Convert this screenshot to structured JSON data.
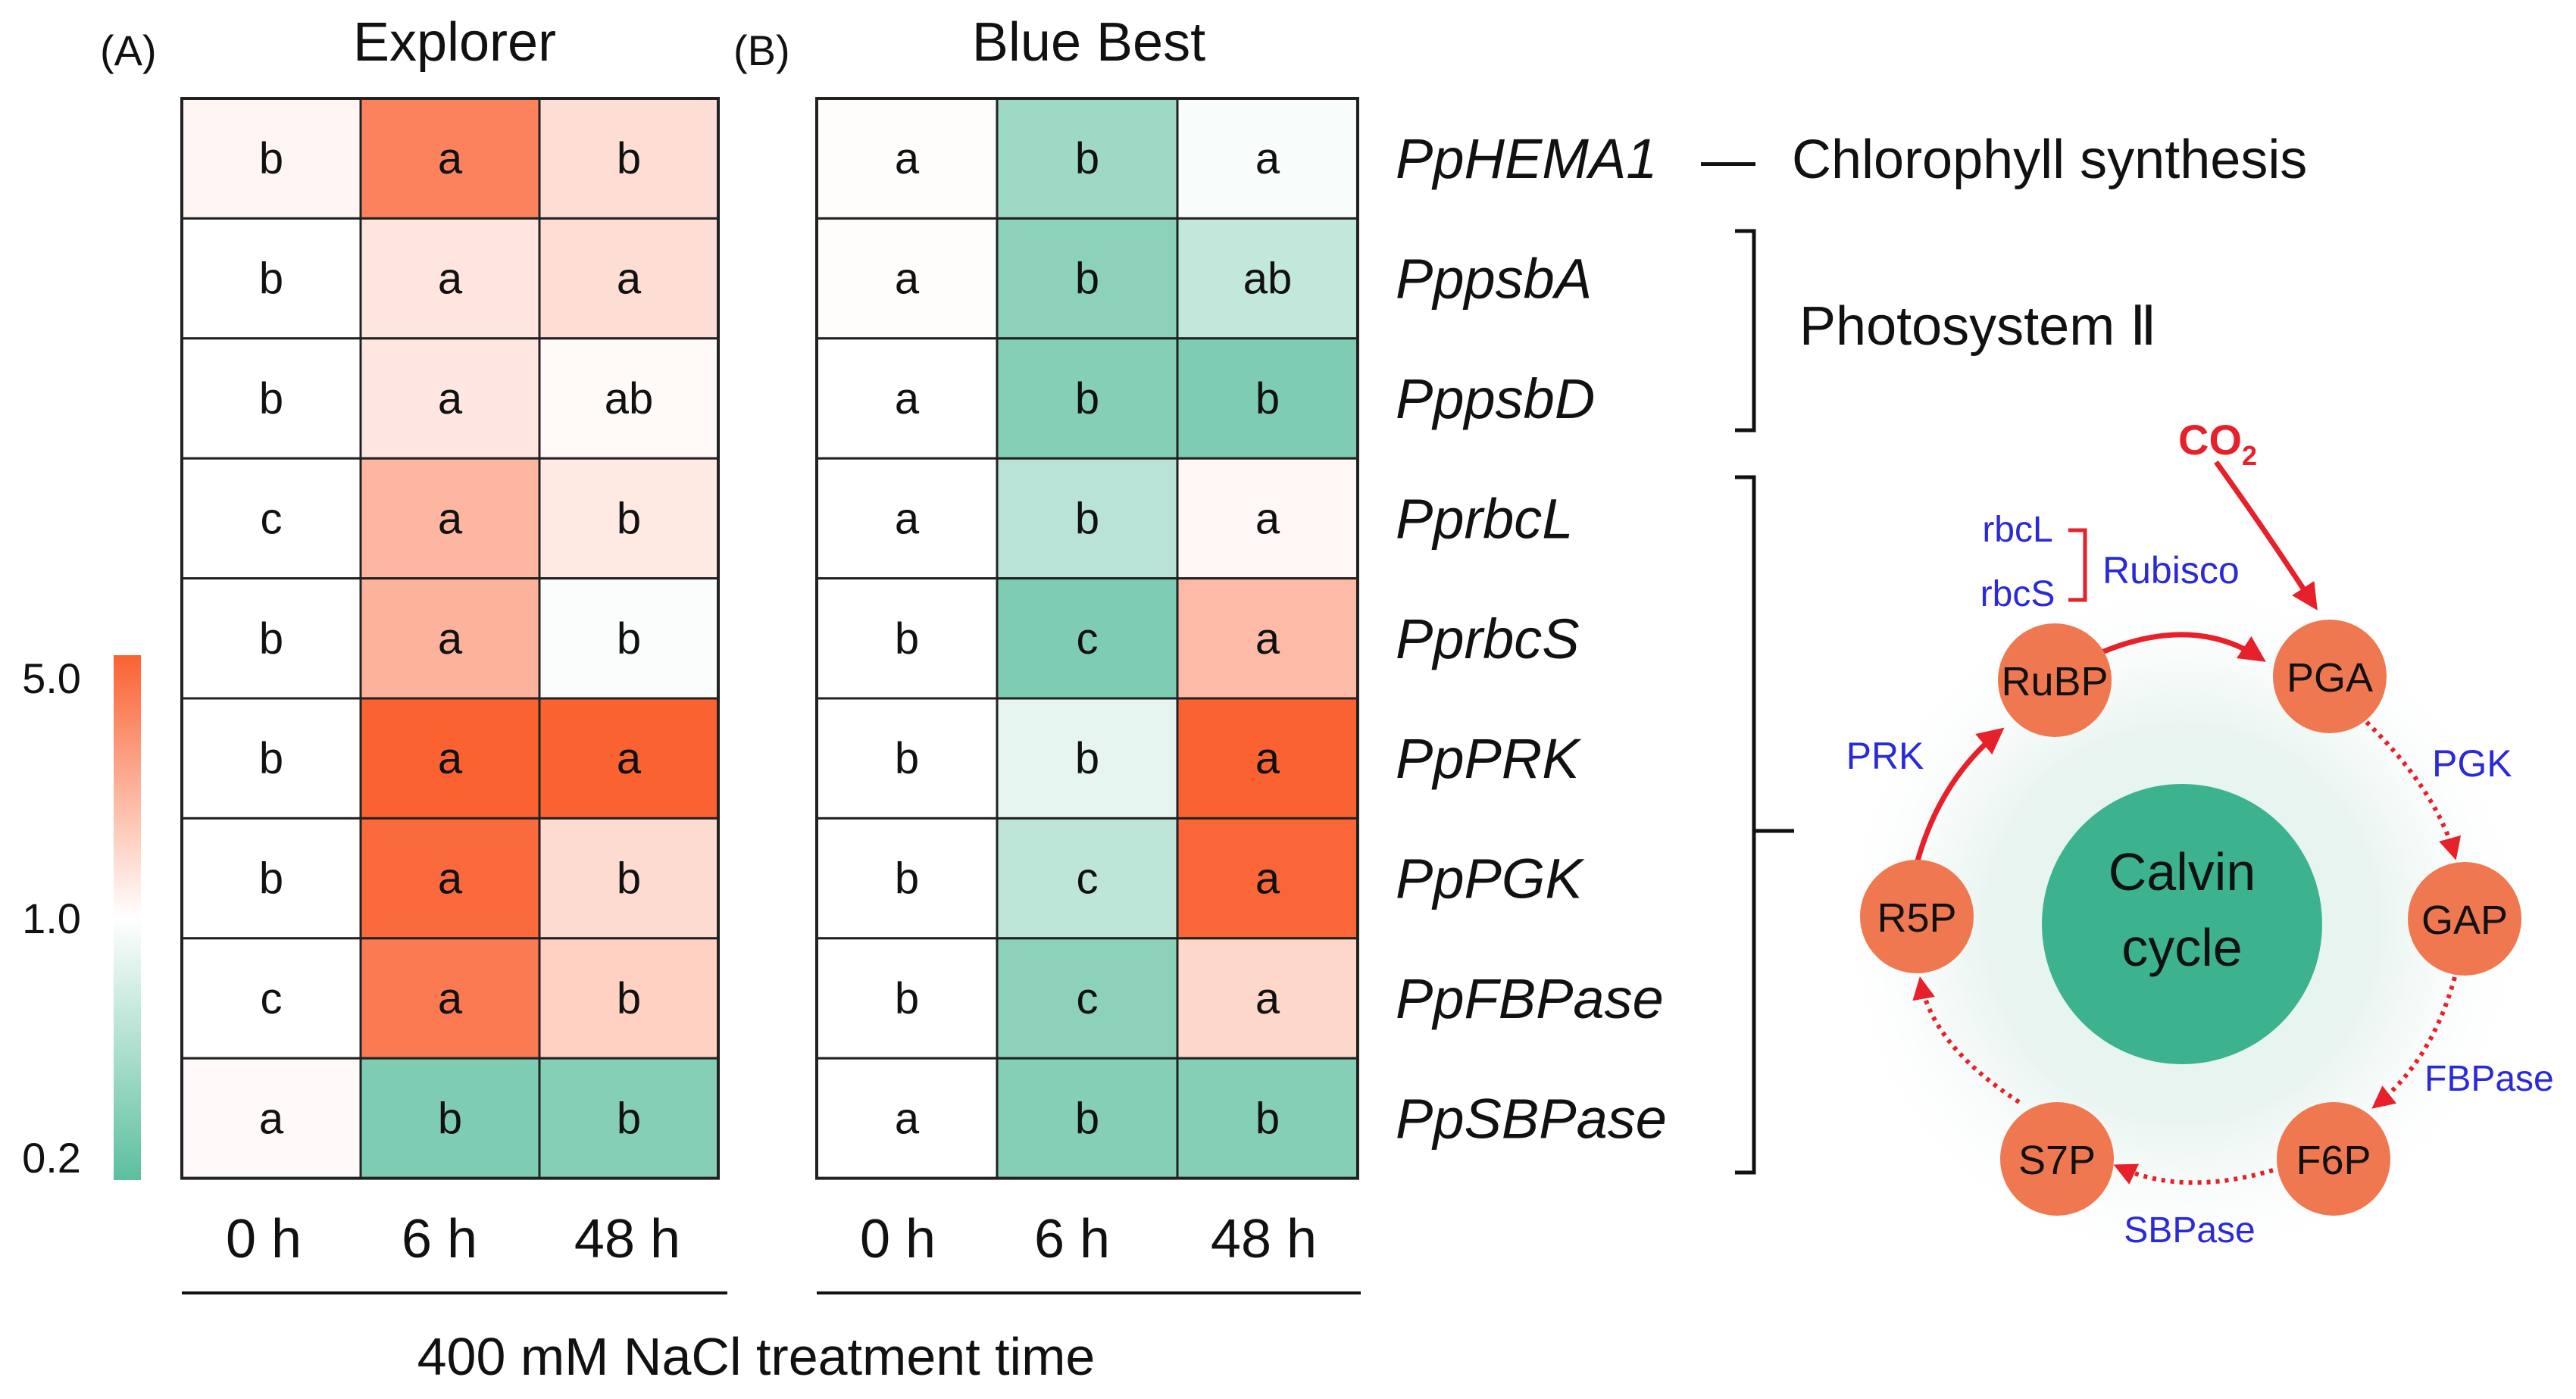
{
  "chart_data": [
    {
      "type": "heatmap",
      "panel_label": "(A)",
      "title": "Explorer",
      "columns": [
        "0 h",
        "6 h",
        "48 h"
      ],
      "rows": [
        "PpHEMA1",
        "PppsbA",
        "PppsbD",
        "PprbcL",
        "PprbcS",
        "PpPRK",
        "PpPGK",
        "PpFBPase",
        "PpSBPase"
      ],
      "values": [
        [
          1.1,
          3.6,
          1.4
        ],
        [
          1.0,
          1.3,
          1.4
        ],
        [
          1.0,
          1.28,
          1.06
        ],
        [
          1.0,
          2.1,
          1.25
        ],
        [
          1.0,
          2.2,
          0.96
        ],
        [
          1.0,
          5.0,
          5.0
        ],
        [
          1.0,
          4.6,
          1.45
        ],
        [
          1.0,
          3.9,
          1.6
        ],
        [
          1.05,
          0.28,
          0.3
        ]
      ],
      "letters": [
        [
          "b",
          "a",
          "b"
        ],
        [
          "b",
          "a",
          "a"
        ],
        [
          "b",
          "a",
          "ab"
        ],
        [
          "c",
          "a",
          "b"
        ],
        [
          "b",
          "a",
          "b"
        ],
        [
          "b",
          "a",
          "a"
        ],
        [
          "b",
          "a",
          "b"
        ],
        [
          "c",
          "a",
          "b"
        ],
        [
          "a",
          "b",
          "b"
        ]
      ]
    },
    {
      "type": "heatmap",
      "panel_label": "(B)",
      "title": "Blue Best",
      "columns": [
        "0 h",
        "6 h",
        "48 h"
      ],
      "rows": [
        "PpHEMA1",
        "PppsbA",
        "PppsbD",
        "PprbcL",
        "PprbcS",
        "PpPRK",
        "PpPGK",
        "PpFBPase",
        "PpSBPase"
      ],
      "values": [
        [
          1.02,
          0.38,
          0.93
        ],
        [
          1.02,
          0.32,
          0.55
        ],
        [
          1.0,
          0.3,
          0.28
        ],
        [
          1.0,
          0.5,
          1.08
        ],
        [
          1.0,
          0.28,
          2.0
        ],
        [
          1.0,
          0.78,
          5.0
        ],
        [
          1.0,
          0.52,
          4.8
        ],
        [
          1.0,
          0.32,
          1.5
        ],
        [
          1.0,
          0.3,
          0.3
        ]
      ],
      "letters": [
        [
          "a",
          "b",
          "a"
        ],
        [
          "a",
          "b",
          "ab"
        ],
        [
          "a",
          "b",
          "b"
        ],
        [
          "a",
          "b",
          "a"
        ],
        [
          "b",
          "c",
          "a"
        ],
        [
          "b",
          "b",
          "a"
        ],
        [
          "b",
          "c",
          "a"
        ],
        [
          "b",
          "c",
          "a"
        ],
        [
          "a",
          "b",
          "b"
        ]
      ]
    }
  ],
  "xlabel": "400 mM NaCl treatment time",
  "colorbar": {
    "ticks": [
      "5.0",
      "1.0",
      "0.2"
    ],
    "min": 0.2,
    "mid": 1.0,
    "max": 5.0,
    "low_color": "#5cbf9f",
    "mid_color": "#ffffff",
    "high_color": "#fa6232"
  },
  "annotations": {
    "hema_dash": "—",
    "chlorophyll": "Chlorophyll synthesis",
    "photosystem": "Photosystem Ⅱ"
  },
  "calvin": {
    "center_line1": "Calvin",
    "center_line2": "cycle",
    "co2_main": "CO",
    "co2_sub": "2",
    "nodes": [
      "RuBP",
      "PGA",
      "GAP",
      "F6P",
      "S7P",
      "R5P"
    ],
    "enzymes": {
      "rbcL": "rbcL",
      "rbcS": "rbcS",
      "rubisco": "Rubisco",
      "pgk": "PGK",
      "fbpase": "FBPase",
      "sbpase": "SBPase",
      "prk": "PRK"
    },
    "node_color": "#f07850",
    "center_color": "#3cb38e",
    "arrow_color": "#e8202a",
    "enzyme_color": "#2a2ad8"
  }
}
